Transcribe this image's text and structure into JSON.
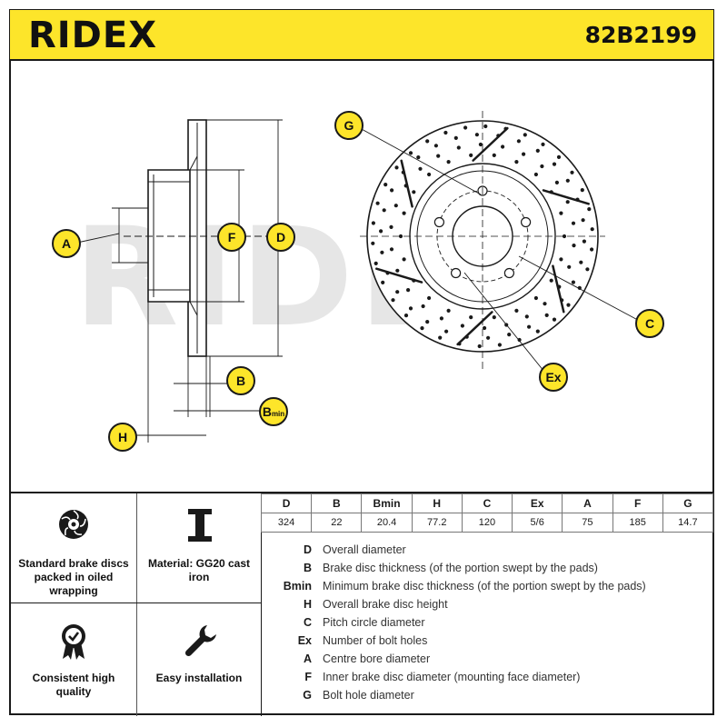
{
  "header": {
    "brand": "RIDEX",
    "part_number": "82B2199"
  },
  "drawing": {
    "watermark": "RIDEX",
    "callouts": {
      "A": "A",
      "B": "B",
      "Bmin_main": "B",
      "Bmin_sub": "min",
      "C": "C",
      "D": "D",
      "Ex": "Ex",
      "F": "F",
      "G": "G",
      "H": "H"
    }
  },
  "features": [
    {
      "label": "Standard brake discs packed in oiled wrapping",
      "icon": "brake-disc-icon"
    },
    {
      "label": "Material: GG20 cast iron",
      "icon": "i-beam-icon"
    },
    {
      "label": "Consistent high quality",
      "icon": "quality-badge-icon"
    },
    {
      "label": "Easy installation",
      "icon": "wrench-icon"
    }
  ],
  "spec_table": {
    "headers": [
      "D",
      "B",
      "Bmin",
      "H",
      "C",
      "Ex",
      "A",
      "F",
      "G"
    ],
    "values": [
      "324",
      "22",
      "20.4",
      "77.2",
      "120",
      "5/6",
      "75",
      "185",
      "14.7"
    ]
  },
  "legend": [
    {
      "code": "D",
      "desc": "Overall diameter"
    },
    {
      "code": "B",
      "desc": "Brake disc thickness (of the portion swept by the pads)"
    },
    {
      "code": "Bmin",
      "desc": "Minimum brake disc thickness (of the portion swept by the pads)"
    },
    {
      "code": "H",
      "desc": "Overall brake disc height"
    },
    {
      "code": "C",
      "desc": "Pitch circle diameter"
    },
    {
      "code": "Ex",
      "desc": "Number of bolt holes"
    },
    {
      "code": "A",
      "desc": "Centre bore diameter"
    },
    {
      "code": "F",
      "desc": "Inner brake disc diameter (mounting face diameter)"
    },
    {
      "code": "G",
      "desc": "Bolt hole diameter"
    }
  ],
  "colors": {
    "accent": "#fde52a",
    "line": "#1a1a1a",
    "watermark": "#e6e6e6"
  }
}
